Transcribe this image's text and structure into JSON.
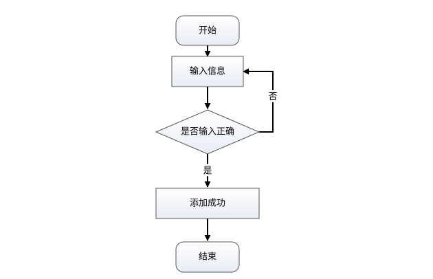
{
  "nodes": {
    "start": {
      "label": "开始",
      "shape": "rounded-rect"
    },
    "input": {
      "label": "输入信息",
      "shape": "rect"
    },
    "check": {
      "label": "是否输入正确",
      "shape": "diamond"
    },
    "add": {
      "label": "添加成功",
      "shape": "rect"
    },
    "end": {
      "label": "结束",
      "shape": "rounded-rect"
    }
  },
  "edges": {
    "start_to_input": {
      "from": "start",
      "to": "input",
      "label": ""
    },
    "input_to_check": {
      "from": "input",
      "to": "check",
      "label": ""
    },
    "check_yes": {
      "from": "check",
      "to": "add",
      "label": "是"
    },
    "check_no": {
      "from": "check",
      "to": "input",
      "label": "否"
    },
    "add_to_end": {
      "from": "add",
      "to": "end",
      "label": ""
    }
  },
  "colors": {
    "node_fill_top": "#ffffff",
    "node_fill_bottom": "#e8ecf4",
    "node_stroke": "#555555",
    "edge": "#000000"
  }
}
